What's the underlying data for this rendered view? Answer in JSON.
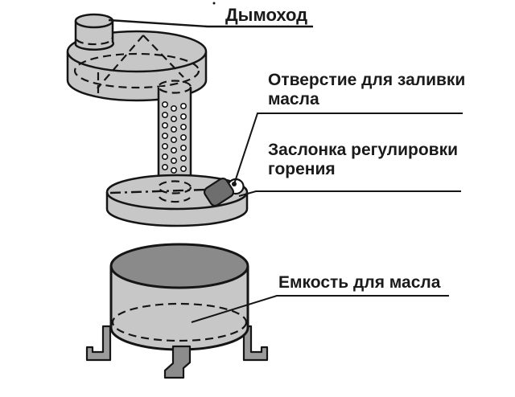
{
  "diagram": {
    "labels": {
      "chimney": "Дымоход",
      "fill_hole": "Отверстие для заливки масла",
      "damper": "Заслонка регулировки горения",
      "container": "Емкость для масла"
    },
    "colors": {
      "background": "#ffffff",
      "body_fill": "#c7c7c7",
      "container_top_fill": "#8a8a8a",
      "damper_fill": "#6e6e6e",
      "leg_fill": "#9b9b9b",
      "center_leg_fill": "#8c8c8c",
      "line": "#151515",
      "text": "#1a1a1a"
    }
  }
}
